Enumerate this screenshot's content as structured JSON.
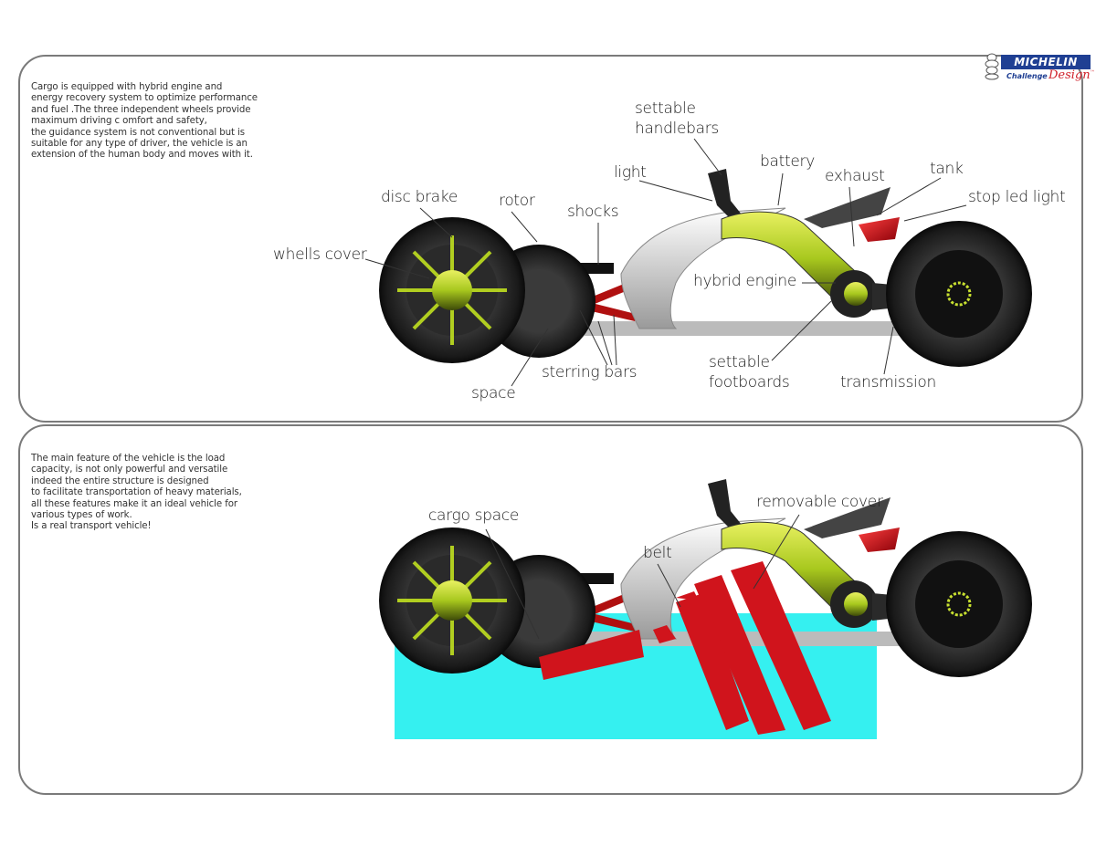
{
  "logo": {
    "brand": "MICHELIN",
    "line1": "Challenge",
    "line2": "Design",
    "tm": "™"
  },
  "top_panel": {
    "description": "Cargo is equipped with hybrid engine  and\nenergy recovery system to optimize performance\nand fuel .The three independent wheels provide\nmaximum driving c omfort and safety,\nthe guidance system is not conventional but is\nsuitable for any type of driver, the vehicle is an\nextension of the human body and moves with it.",
    "labels": {
      "handlebars": "settable\nhandlebars",
      "light": "light",
      "battery": "battery",
      "exhaust": "exhaust",
      "tank": "tank",
      "stop_led": "stop led light",
      "disc_brake": "disc brake",
      "rotor": "rotor",
      "shocks": "shocks",
      "wheels_cover": "whells cover",
      "hybrid_engine": "hybrid engine",
      "footboards": "settable\nfootboards",
      "transmission": "transmission",
      "steering_bars": "sterring bars",
      "space": "space"
    }
  },
  "bottom_panel": {
    "description": "The main feature of the vehicle is the load\ncapacity, is not only powerful and versatile\nindeed the entire structure is designed\nto facilitate transportation of heavy materials,\nall these features make it an ideal vehicle for\nvarious types of work.\nIs a real transport vehicle!",
    "labels": {
      "cargo_space": "cargo space",
      "removable_cover": "removable cover",
      "belt": "belt"
    }
  },
  "colors": {
    "accent_green": "#a8c81e",
    "cargo_cyan": "#35f0f0",
    "stripe_red": "#d0141c",
    "michelin_blue": "#1f3f93"
  }
}
